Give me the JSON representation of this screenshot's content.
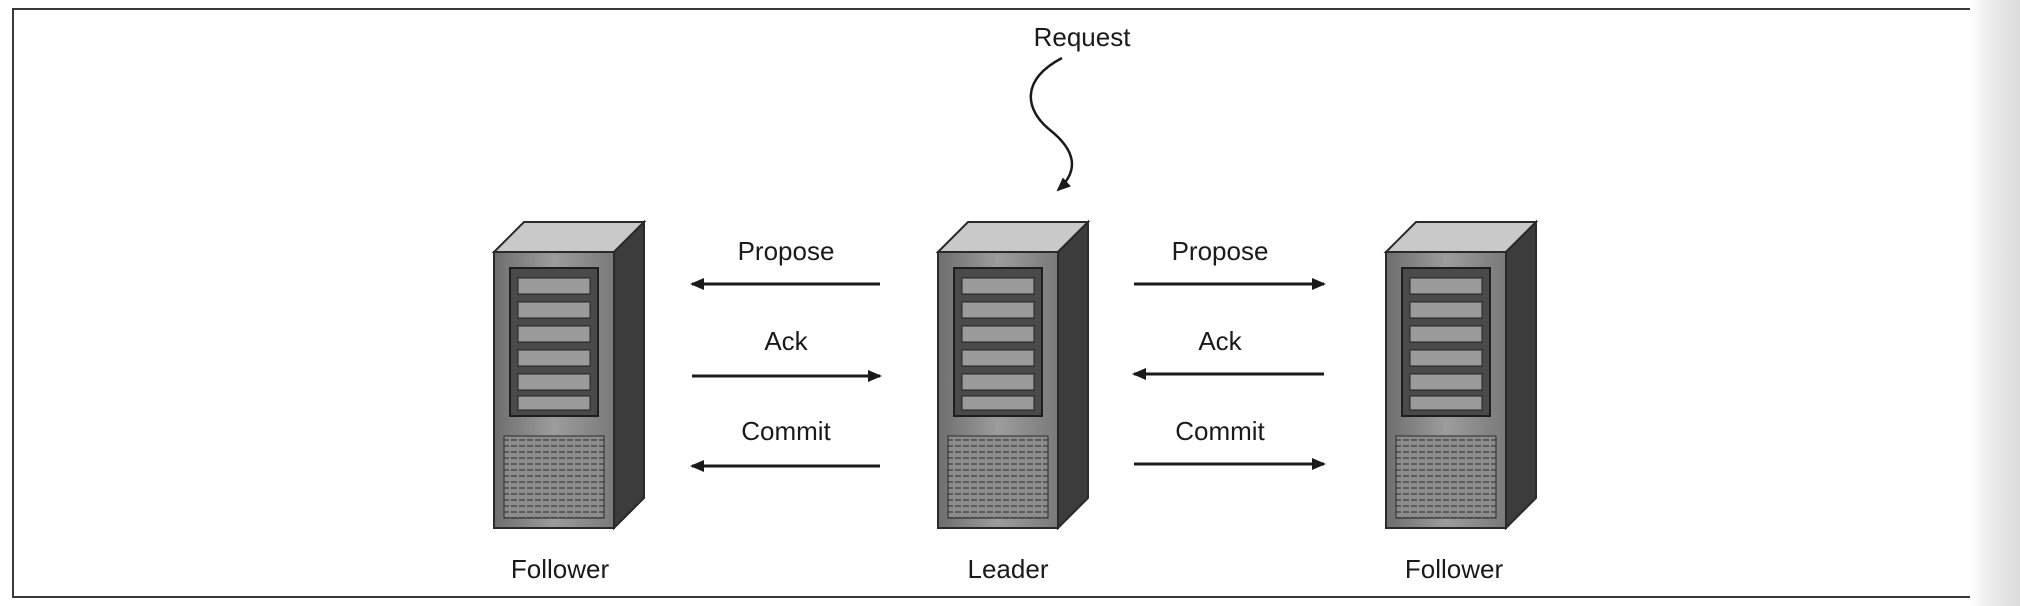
{
  "request": {
    "label": "Request"
  },
  "nodes": [
    {
      "id": "follower_left",
      "label": "Follower"
    },
    {
      "id": "leader",
      "label": "Leader"
    },
    {
      "id": "follower_right",
      "label": "Follower"
    }
  ],
  "messages_left": [
    {
      "label": "Propose",
      "direction": "to-follower"
    },
    {
      "label": "Ack",
      "direction": "to-leader"
    },
    {
      "label": "Commit",
      "direction": "to-follower"
    }
  ],
  "messages_right": [
    {
      "label": "Propose",
      "direction": "to-follower"
    },
    {
      "label": "Ack",
      "direction": "to-leader"
    },
    {
      "label": "Commit",
      "direction": "to-follower"
    }
  ],
  "colors": {
    "stroke": "#1a1a1a",
    "server_front": "#8a8a8a",
    "server_side": "#3c3c3c",
    "server_top": "#c9c9c9",
    "frame": "#3a3a3a"
  }
}
